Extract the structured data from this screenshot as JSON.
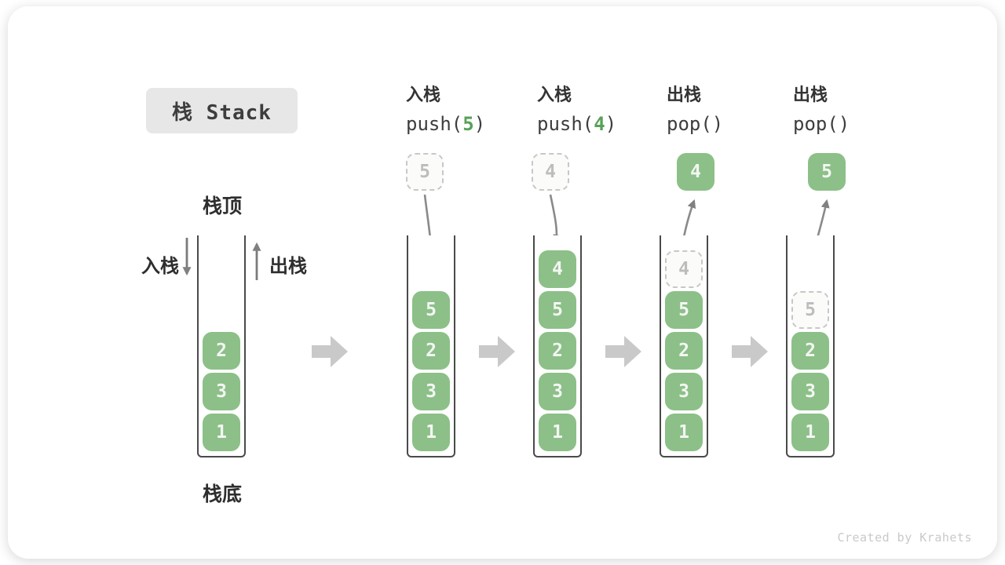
{
  "title": "栈 Stack",
  "watermark": "Created by Krahets",
  "side_labels": {
    "top": "栈顶",
    "bottom": "栈底",
    "push": "入栈",
    "pop": "出栈"
  },
  "operations": [
    {
      "name": "入栈",
      "code_before": "push(",
      "code_arg": "5",
      "code_after": ")"
    },
    {
      "name": "入栈",
      "code_before": "push(",
      "code_arg": "4",
      "code_after": ")"
    },
    {
      "name": "出栈",
      "code_before": "pop(",
      "code_arg": "",
      "code_after": ")"
    },
    {
      "name": "出栈",
      "code_before": "pop(",
      "code_arg": "",
      "code_after": ")"
    }
  ],
  "stacks": [
    {
      "blocks": [
        "2",
        "3",
        "1"
      ]
    },
    {
      "incoming": "5",
      "blocks": [
        "5",
        "2",
        "3",
        "1"
      ]
    },
    {
      "incoming": "4",
      "blocks": [
        "4",
        "5",
        "2",
        "3",
        "1"
      ]
    },
    {
      "outgoing": "4",
      "ghost": "4",
      "blocks": [
        "5",
        "2",
        "3",
        "1"
      ]
    },
    {
      "outgoing": "5",
      "ghost": "5",
      "blocks": [
        "2",
        "3",
        "1"
      ]
    }
  ],
  "colors": {
    "block_green": "#8CC088",
    "code_green": "#58A158",
    "arrow_gray": "#808080",
    "flow_arrow_gray": "#C9C9C9",
    "container_border": "#4a4a4a"
  }
}
